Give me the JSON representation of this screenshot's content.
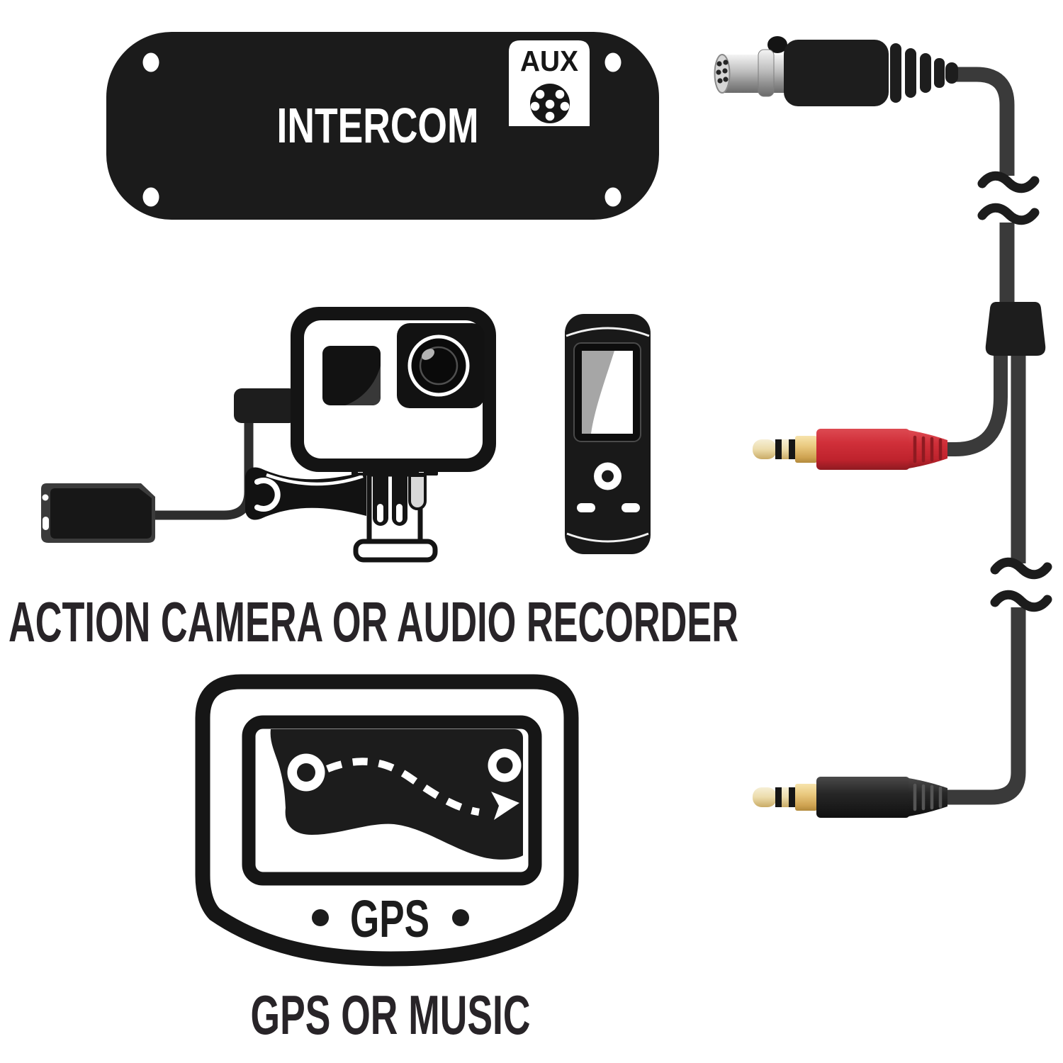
{
  "page": {
    "background": "#ffffff"
  },
  "intercom_unit": {
    "label": "INTERCOM",
    "aux_badge": "AUX"
  },
  "captions": {
    "camera_recorder": "ACTION CAMERA OR AUDIO RECORDER",
    "gps_or_music": "GPS OR MUSIC"
  },
  "gps_device": {
    "screen_label": "GPS"
  },
  "colors": {
    "ink": "#1c1c1c",
    "label_text": "#282428",
    "plug_red": "#d02f39",
    "gold": "#e9c87e",
    "pale_gold": "#f0e3bb",
    "silver": "#bdbdbd",
    "cable": "#3a3a3a",
    "white": "#ffffff"
  },
  "icons": [
    "aux-port-icon",
    "screw-hole-icon",
    "mini-din-plug-icon",
    "cable-break-icon",
    "cable-splitter-icon",
    "aux-plug-red-icon",
    "aux-plug-black-icon",
    "action-camera-icon",
    "camera-mount-icon",
    "camera-adapter-icon",
    "audio-recorder-icon",
    "gps-device-icon",
    "map-route-icon",
    "route-arrow-icon"
  ]
}
